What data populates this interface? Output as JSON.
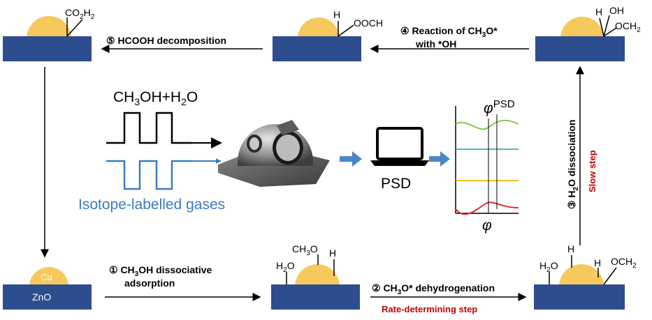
{
  "surfaces": {
    "top_left": {
      "label": "CO",
      "sub": "2",
      "label2": "H",
      "sub2": "2"
    },
    "top_mid": {
      "h": "H",
      "group": "OOCH"
    },
    "top_right": {
      "h": "H",
      "oh": "OH",
      "och": "OCH",
      "och_sub": "2"
    },
    "bottom_left": {
      "cu": "Cu",
      "zno": "ZnO"
    },
    "bottom_mid": {
      "h2o": "H",
      "h2o_sub": "2",
      "h2o_tail": "O",
      "ch3o": "CH",
      "ch3o_sub": "3",
      "ch3o_tail": "O",
      "h": "H"
    },
    "bottom_right": {
      "h2o": "H",
      "h2o_sub": "2",
      "h2o_tail": "O",
      "h1": "H",
      "h2": "H",
      "och": "OCH",
      "och_sub": "2"
    }
  },
  "steps": {
    "step1_line1": "① CH",
    "step1_sub": "3",
    "step1_tail": "OH dissociative",
    "step1_line2": "adsorption",
    "step2_prefix": "② CH",
    "step2_sub": "3",
    "step2_tail": "O* dehydrogenation",
    "step2_note": "Rate-determining step",
    "step3_prefix": "③ H",
    "step3_sub": "2",
    "step3_tail": "O dissociation",
    "step3_note": "Slow step",
    "step4_line1": "④ Reaction of CH",
    "step4_sub": "3",
    "step4_tail": "O*",
    "step4_line2": "with *OH",
    "step5": "⑤ HCOOH decomposition"
  },
  "center": {
    "feed_a": "CH",
    "feed_a_sub": "3",
    "feed_a_mid": "OH+H",
    "feed_a_sub2": "2",
    "feed_a_tail": "O",
    "feed_b": "Isotope-labelled gases",
    "psd": "PSD",
    "phi_psd": "φ",
    "phi_psd_sup": "PSD",
    "phi": "φ"
  },
  "colors": {
    "substrate": "#2e4d8f",
    "particle": "#f7c95c",
    "accent_blue": "#3b7bc4",
    "arrow_blue": "#4a86c8",
    "red_note": "#c00000",
    "trace_green": "#7cc242",
    "trace_teal": "#3fb0a8",
    "trace_yellow": "#f0b400",
    "trace_red": "#e02020"
  }
}
